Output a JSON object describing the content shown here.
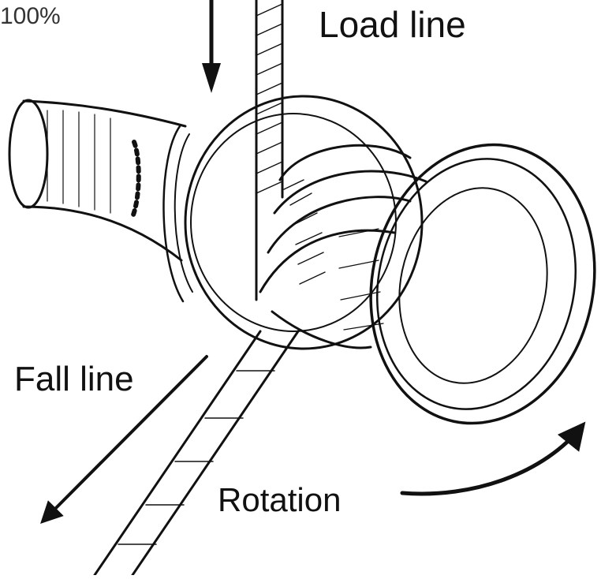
{
  "labels": {
    "percent": "100%",
    "load_line": "Load line",
    "fall_line": "Fall line",
    "rotation": "Rotation"
  },
  "colors": {
    "ink": "#111111",
    "background": "#ffffff"
  }
}
